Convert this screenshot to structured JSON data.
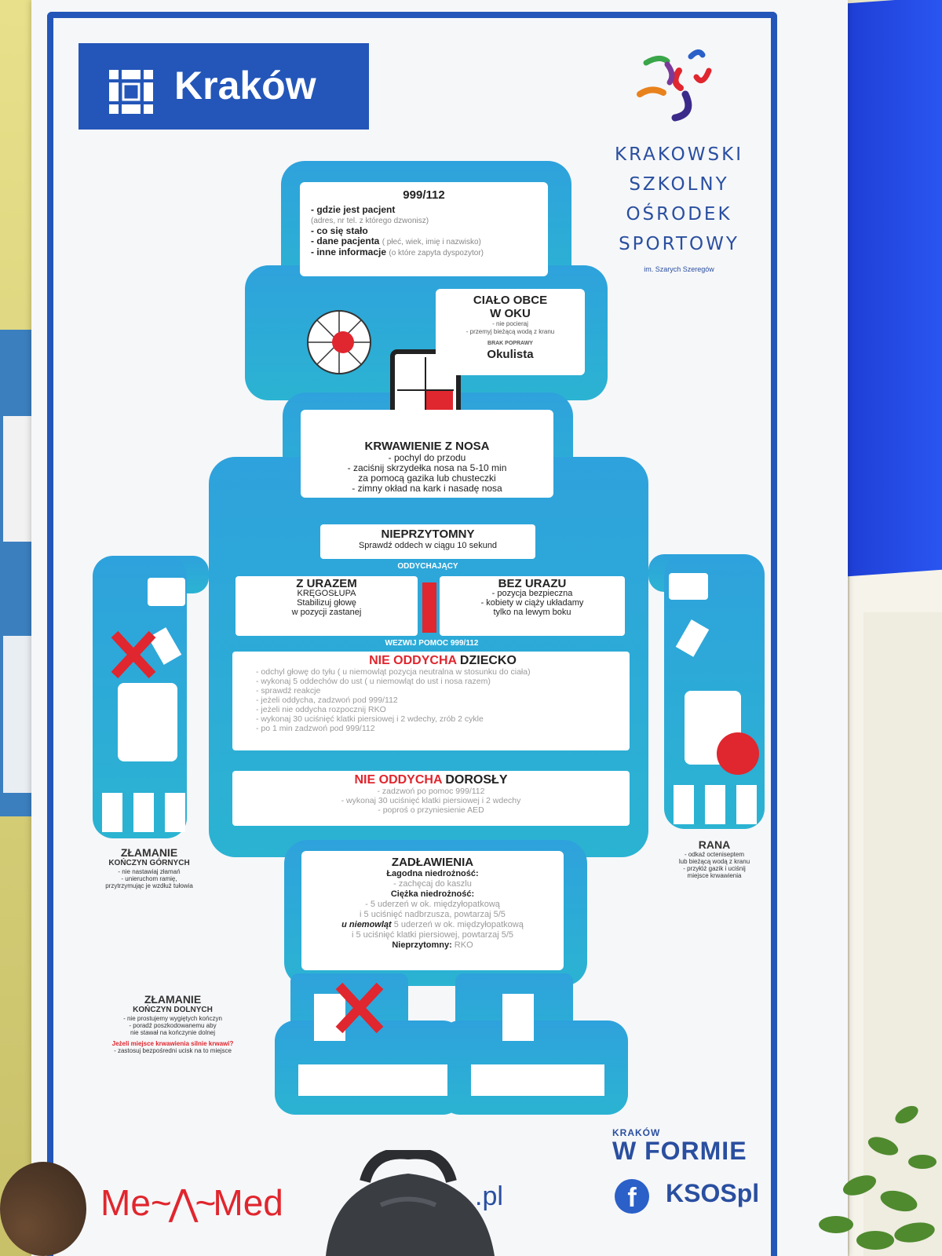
{
  "city_logo": {
    "text": "Kraków"
  },
  "school_logo": {
    "lines": [
      "KRAKOWSKI",
      "SZKOLNY",
      "OŚRODEK",
      "SPORTOWY"
    ],
    "subtitle": "im. Szarych Szeregów"
  },
  "head_panel": {
    "title": "999/112",
    "items": [
      {
        "label": "- gdzie jest pacjent",
        "note": "(adres, nr tel. z którego dzwonisz)"
      },
      {
        "label": "- co się stało",
        "note": ""
      },
      {
        "label": "- dane pacjenta",
        "note": "( płeć, wiek, imię i nazwisko)"
      },
      {
        "label": "- inne informacje",
        "note": "(o które zapyta dyspozytor)"
      }
    ]
  },
  "eye_panel": {
    "title_line1": "CIAŁO OBCE",
    "title_line2": "W OKU",
    "line1": "- nie pocieraj",
    "line2": "- przemyj bieżącą wodą z kranu",
    "condition": "BRAK POPRAWY",
    "action": "Okulista"
  },
  "nose_panel": {
    "title": "KRWAWIENIE Z NOSA",
    "lines": [
      "- pochyl do przodu",
      "- zaciśnij skrzydełka nosa na 5-10 min",
      "za pomocą gazika lub chusteczki",
      "- zimny okład na kark i nasadę nosa"
    ]
  },
  "unconscious_panel": {
    "title": "NIEPRZYTOMNY",
    "line": "Sprawdź oddech w ciągu 10 sekund"
  },
  "breathing_label": "ODDYCHAJĄCY",
  "spine_panel": {
    "title": "Z URAZEM",
    "subtitle": "KRĘGOSŁUPA",
    "lines": [
      "Stabilizuj głowę",
      "w pozycji zastanej"
    ]
  },
  "nospine_panel": {
    "title": "BEZ URAZU",
    "lines": [
      "- pozycja bezpieczna",
      "- kobiety w ciąży układamy",
      "tylko na lewym boku"
    ]
  },
  "call_label": "WEZWIJ POMOC 999/112",
  "child_panel": {
    "title_red": "NIE ODDYCHA",
    "title_black": " DZIECKO",
    "lines": [
      "- odchyl głowę do tyłu ( u niemowląt pozycja neutralna w stosunku do ciała)",
      "- wykonaj 5 oddechów do ust ( u niemowląt do ust i nosa razem)",
      "- sprawdź reakcje",
      "- jeżeli oddycha, zadzwoń pod 999/112",
      "- jeżeli nie oddycha rozpocznij RKO",
      "- wykonaj 30 uciśnięć klatki piersiowej i 2 wdechy, zrób 2 cykle",
      "- po 1 min zadzwoń pod 999/112"
    ]
  },
  "adult_panel": {
    "title_red": "NIE ODDYCHA",
    "title_black": " DOROSŁY",
    "lines": [
      "- zadzwoń po pomoc 999/112",
      "- wykonaj 30 uciśnięć klatki piersiowej i 2 wdechy",
      "- poproś o przyniesienie AED"
    ]
  },
  "choke_panel": {
    "title": "ZADŁAWIENIA",
    "mild_label": "Łagodna niedrożność:",
    "mild_line": "- zachęcaj do kaszlu",
    "severe_label": "Ciężka niedrożność:",
    "severe_lines": [
      "- 5 uderzeń w ok. międzyłopatkową",
      "i 5 uciśnięć nadbrzusza, powtarzaj 5/5"
    ],
    "infant_label": "u niemowląt",
    "infant_lines": [
      " 5 uderzeń w ok. międzyłopatkową",
      "i 5 uciśnięć klatki piersiowej, powtarzaj 5/5"
    ],
    "unconscious_label": "Nieprzytomny:",
    "unconscious_value": " RKO"
  },
  "upper_fracture": {
    "title": "ZŁAMANIE",
    "subtitle": "KOŃCZYN GÓRNYCH",
    "lines": [
      "- nie nastawiaj złamań",
      "- unieruchom ramię,",
      "przytrzymując je wzdłuż tułowia"
    ]
  },
  "wound": {
    "title": "RANA",
    "lines": [
      "- odkaź octenisep­tem",
      "lub bieżącą wodą z kranu",
      "- przyłóż gazik i uciśnij",
      "miejsce krwawienia"
    ]
  },
  "lower_fracture": {
    "title": "ZŁAMANIE",
    "subtitle": "KOŃCZYN DOLNYCH",
    "lines": [
      "- nie prostujemy wygiętych kończyn",
      "- poradź poszkodowanemu aby",
      "nie stawał na kończynie dolnej"
    ],
    "warning": "Jeżeli miejsce krwawienia silnie krwawi?",
    "warning_line": "- zastosuj bezpośredni ucisk na to miejsce"
  },
  "footer": {
    "sponsor_left": "Me",
    "sponsor_right": "Med",
    "sponsor_suffix": ".pl",
    "campaign_small": "KRAKÓW",
    "campaign": "W FORMIE",
    "facebook_glyph": "f",
    "facebook": "KSOSpl"
  },
  "colors": {
    "robot": "#2aa8d8",
    "accent_red": "#e0262e",
    "brand_blue": "#2356b8"
  }
}
